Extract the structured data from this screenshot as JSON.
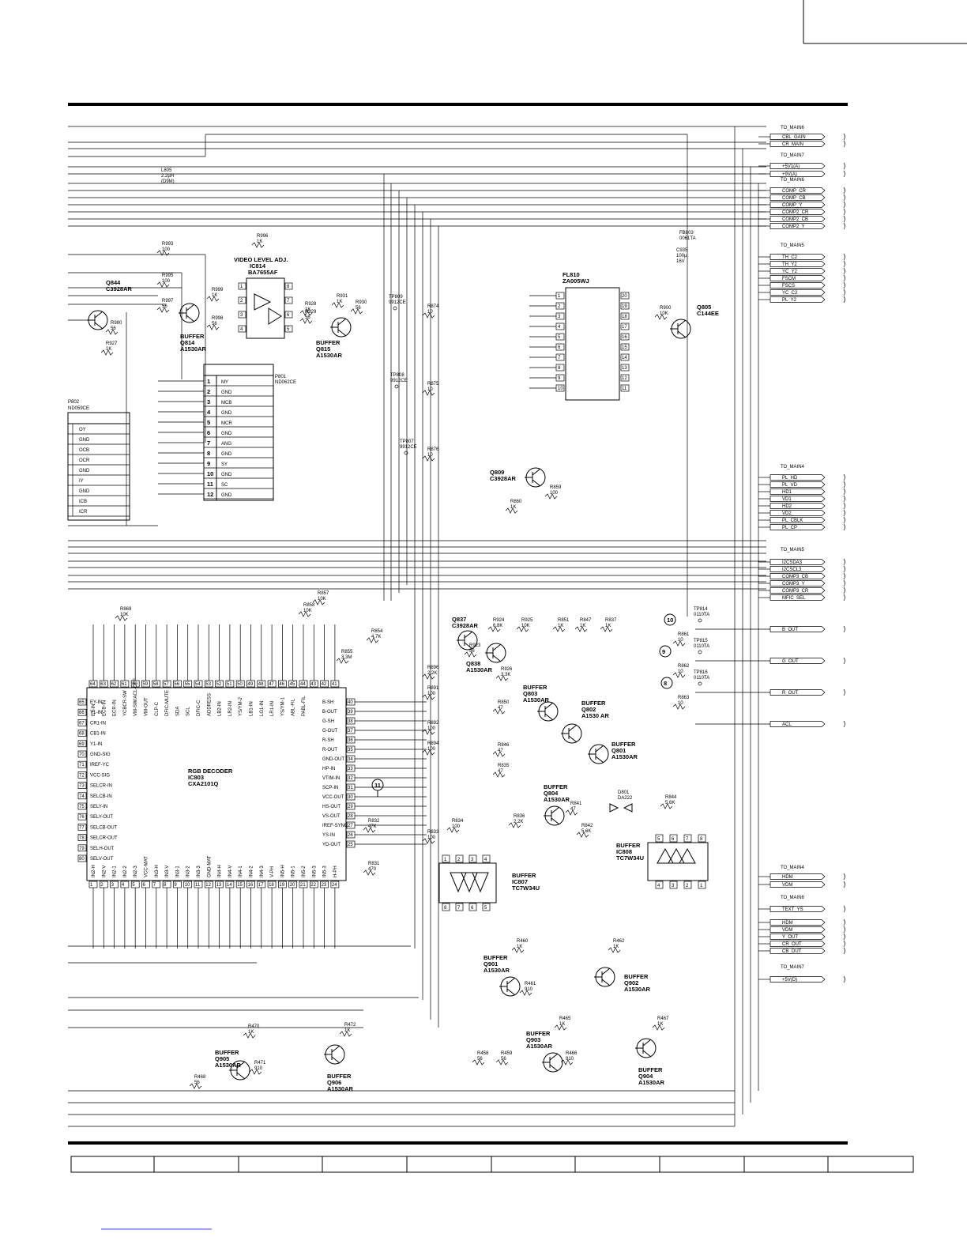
{
  "connectors": {
    "main6_a": {
      "title": "TO_MAIN6",
      "signals": [
        "CBL_GAIN",
        "CR_MAIN"
      ]
    },
    "main7_a": {
      "title": "TO_MAIN7",
      "signals": [
        "+5V1(A)",
        "+9V(A)"
      ]
    },
    "main6_b": {
      "title": "TO_MAIN6",
      "signals": [
        "COMP_CR",
        "COMP_CB",
        "COMP_Y",
        "COMP2_CR",
        "COMP2_CB",
        "COMP2_Y"
      ]
    },
    "main5_a": {
      "title": "TO_MAIN5",
      "signals": [
        "TH_C2",
        "TH_Y2",
        "YC_Y2",
        "FSCM",
        "FSCS",
        "YC_C2",
        "PL_Y2"
      ]
    },
    "main4_a": {
      "title": "TO_MAIN4",
      "signals": [
        "PL_HD",
        "PL_VD",
        "HD1",
        "VD1",
        "HD2",
        "VD2",
        "PL_CBLK",
        "PL_CP"
      ]
    },
    "main5_b": {
      "title": "TO_MAIN5",
      "signals": [
        "I2CSDA3",
        "I2CSCL3",
        "COMP3_CB",
        "COMP3_Y",
        "COMP3_CR",
        "MFIC_SEL"
      ]
    },
    "out": {
      "signals": [
        "B_OUT",
        "G_OUT",
        "R_OUT",
        "ACL"
      ]
    },
    "main4_b": {
      "title": "TO_MAIN4",
      "signals": [
        "HDM",
        "VDM"
      ]
    },
    "main6_c": {
      "title": "TO_MAIN6",
      "signals": [
        "TEXT_YS"
      ]
    },
    "main_c2": {
      "signals": [
        "HDM",
        "VDM",
        "Y_OUT",
        "CR_OUT",
        "CB_OUT"
      ]
    },
    "main7_b": {
      "title": "TO_MAIN7",
      "signals": [
        "+5V(D)"
      ]
    }
  },
  "ic803": {
    "title": "RGB DECODER",
    "ref": "IC803",
    "part": "CXA2101Q",
    "top_pins": [
      "64",
      "63",
      "62",
      "61",
      "60",
      "59",
      "58",
      "57",
      "56",
      "55",
      "54",
      "53",
      "52",
      "51",
      "50",
      "49",
      "48",
      "47",
      "46",
      "45",
      "44",
      "43",
      "42",
      "41"
    ],
    "top_labels": [
      "EY-IN",
      "ECB-IN",
      "ECR-IN",
      "YCBCR-SW",
      "VM-SW/ACL-OFF",
      "VM-OUT",
      "CLP-C",
      "DFIC-MUTE",
      "SDA",
      "SCL",
      "DFIC-C",
      "ADDRESS",
      "LB2-IN",
      "LR2-IN",
      "YS/YM-2",
      "LB1-IN",
      "LG1-IN",
      "LR1-IN",
      "YS/YM-1",
      "ABL-FIL",
      "PABL-FIL",
      ""
    ],
    "left_pins": [
      "65",
      "66",
      "67",
      "68",
      "69",
      "70",
      "71",
      "72",
      "73",
      "74",
      "75",
      "76",
      "77",
      "78",
      "79",
      "80"
    ],
    "left_labels": [
      "EY-IN",
      "Y1-IN",
      "CR1-IN",
      "CB1-IN",
      "Y1-IN",
      "GND-SIG",
      "IREF-YC",
      "VCC-SIG",
      "SELCR-IN",
      "SELCB-IN",
      "SELY-IN",
      "SELY-OUT",
      "SELCB-OUT",
      "SELCR-OUT",
      "SELH-OUT",
      "SELV-OUT"
    ],
    "right_pins": [
      "40",
      "39",
      "38",
      "37",
      "36",
      "35",
      "34",
      "33",
      "32",
      "31",
      "30",
      "29",
      "28",
      "27",
      "26",
      "25"
    ],
    "right_labels": [
      "B-SH",
      "B-OUT",
      "G-SH",
      "G-OUT",
      "R-SH",
      "R-OUT",
      "GND-OUT",
      "HP-IN",
      "VTIM-IN",
      "SCP-IN",
      "VCC-OUT",
      "HS-OUT",
      "VS-OUT",
      "IREF-SYNC",
      "YS-IN",
      "YD-OUT"
    ],
    "bottom_pins": [
      "1",
      "2",
      "3",
      "4",
      "5",
      "6",
      "7",
      "8",
      "9",
      "10",
      "11",
      "12",
      "13",
      "14",
      "15",
      "16",
      "17",
      "18",
      "19",
      "20",
      "21",
      "22",
      "23",
      "24"
    ],
    "bottom_labels": [
      "IN2-H",
      "IN2-V",
      "IN2-1",
      "IN2-2",
      "IN2-3",
      "VCC-MAT",
      "IN3-H",
      "IN3-V",
      "IN3-1",
      "IN3-2",
      "IN3-3",
      "GND-MAT",
      "IN4-H",
      "IN4-V",
      "IN4-1",
      "IN4-2",
      "IN4-3",
      "V-PH",
      "IN5-H",
      "IN5-1",
      "IN5-2",
      "IN5-3",
      "IN5-3",
      "H-PH"
    ]
  },
  "ic814": {
    "title": "VIDEO LEVEL ADJ.",
    "ref": "IC814",
    "part": "BA7655AF"
  },
  "fl810": {
    "ref": "FL810",
    "part": "ZA005WJ"
  },
  "p801": {
    "ref": "P801",
    "part": "ND062CE",
    "pins": [
      "1",
      "2",
      "3",
      "4",
      "5",
      "6",
      "7",
      "8",
      "9",
      "10",
      "11",
      "12"
    ],
    "signals": [
      "MY",
      "GND",
      "MCB",
      "GND",
      "MCR",
      "GND",
      "ANG",
      "GND",
      "SY",
      "GND",
      "SC",
      "GND"
    ]
  },
  "p802": {
    "ref": "P802",
    "part": "ND059CE",
    "signals": [
      "OY",
      "GND",
      "OCB",
      "OCR",
      "GND",
      "IY",
      "GND",
      "ICB",
      "ICR"
    ]
  },
  "transistors": [
    {
      "ref": "Q844",
      "part": "C3928AR"
    },
    {
      "label": "BUFFER",
      "ref": "Q814",
      "part": "A1530AR"
    },
    {
      "label": "BUFFER",
      "ref": "Q815",
      "part": "A1530AR"
    },
    {
      "ref": "Q805",
      "part": "C144EE"
    },
    {
      "ref": "Q809",
      "part": "C3928AR"
    },
    {
      "ref": "Q837",
      "part": "C3928AR"
    },
    {
      "ref": "Q838",
      "part": "A1530AR"
    },
    {
      "label": "BUFFER",
      "ref": "Q803",
      "part": "A1530AR"
    },
    {
      "label": "BUFFER",
      "ref": "Q802",
      "part": "A1530 AR"
    },
    {
      "label": "BUFFER",
      "ref": "Q801",
      "part": "A1530AR"
    },
    {
      "label": "BUFFER",
      "ref": "Q804",
      "part": "A1530AR"
    },
    {
      "label": "BUFFER",
      "ref": "Q901",
      "part": "A1530AR"
    },
    {
      "label": "BUFFER",
      "ref": "Q902",
      "part": "A1530AR"
    },
    {
      "label": "BUFFER",
      "ref": "Q903",
      "part": "A1530AR"
    },
    {
      "label": "BUFFER",
      "ref": "Q904",
      "part": "A1530AR"
    },
    {
      "label": "BUFFER",
      "ref": "Q905",
      "part": "A1530AR"
    },
    {
      "label": "BUFFER",
      "ref": "Q906",
      "part": "A1530AR"
    }
  ],
  "buffers": [
    {
      "label": "BUFFER",
      "ref": "IC807",
      "part": "TC7W34U"
    },
    {
      "label": "BUFFER",
      "ref": "IC808",
      "part": "TC7W34U"
    }
  ],
  "testpoints": [
    {
      "ref": "TP809",
      "part": "9912CE"
    },
    {
      "ref": "TP808",
      "part": "9912CE"
    },
    {
      "ref": "TP807",
      "part": "9912CE"
    },
    {
      "ref": "TP814",
      "part": "0110TA",
      "marker": "10"
    },
    {
      "ref": "TP815",
      "part": "0110TA",
      "marker": "9"
    },
    {
      "ref": "TP816",
      "part": "0110TA",
      "marker": "8"
    }
  ],
  "misc": {
    "l805": [
      "L805",
      "2.2µH",
      "(D9M)"
    ],
    "fb803": [
      "FB803",
      "0061TA"
    ],
    "c935": [
      "C935",
      "100µ",
      "16V"
    ],
    "d801": [
      "D801",
      "DA222"
    ],
    "marker11": "11",
    "r": {
      "R996": "1K",
      "R993": "100",
      "R995": "100",
      "R997": "56",
      "R999": "1K",
      "R998": "56",
      "R928": "1K",
      "R929": "56",
      "R931": "1K",
      "R930": "56",
      "R980": "56",
      "R927": "1K",
      "R874": "10",
      "R875": "10",
      "R876": "10",
      "R900": "10K",
      "R859": "100",
      "R860": "1K",
      "R869": "10K",
      "R857": "10K",
      "R858": "10K",
      "R855": "3.3M",
      "R854": "4.7K",
      "R924": "6.8K",
      "R923": "56",
      "R925": "10K",
      "R926": "3.3K",
      "R851": "1K",
      "R847": "1K",
      "R837": "1K",
      "R861": "10",
      "R862": "10",
      "R863": "10",
      "R896": "2.2K",
      "R891": "100",
      "R892": "100",
      "R894": "100",
      "R850": "47",
      "R846": "47",
      "R835": "47",
      "R836": "2.2K",
      "R841": "47",
      "R842": "5.6K",
      "R844": "5.6K",
      "R832": "47K",
      "R833": "100",
      "R834": "100",
      "R831": "470",
      "R460": "1K",
      "R462": "1K",
      "R461": "910",
      "R465": "1K",
      "R466": "910",
      "R467": "1K",
      "R458": "56",
      "R459": "56",
      "R470": "1K",
      "R472": "1K",
      "R471": "910",
      "R468": "56"
    }
  }
}
